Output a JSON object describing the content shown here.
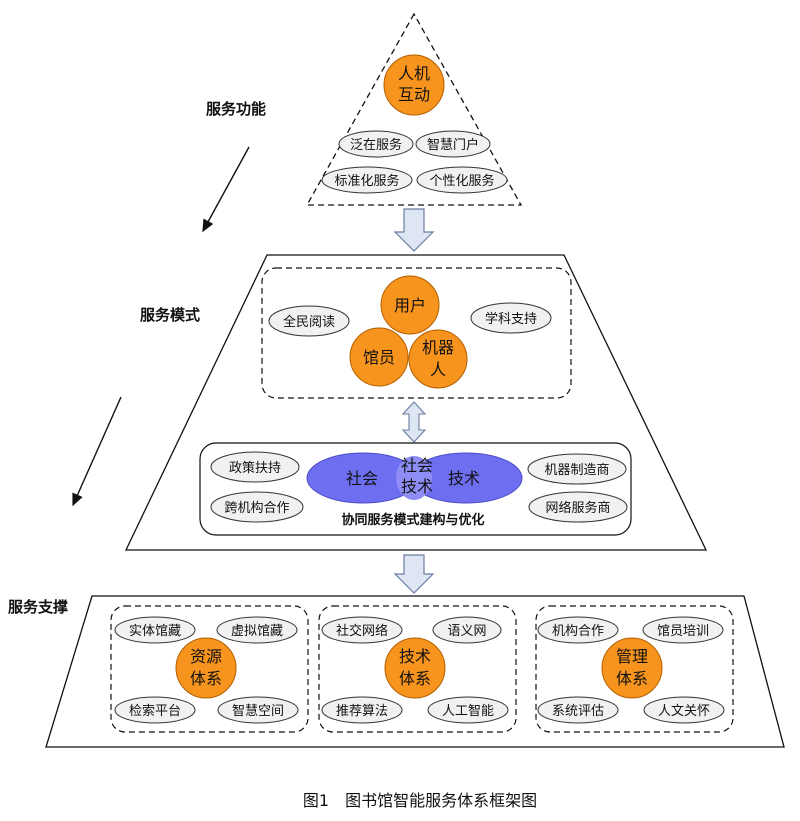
{
  "side_labels": {
    "function": "服务功能",
    "mode": "服务模式",
    "support": "服务支撑"
  },
  "top": {
    "center_line1": "人机",
    "center_line2": "互动",
    "items": [
      "泛在服务",
      "智慧门户",
      "标准化服务",
      "个性化服务"
    ]
  },
  "middle": {
    "actors": {
      "user": "用户",
      "librarian": "馆员",
      "machine_line1": "机器",
      "machine_line2": "人"
    },
    "left_item": "全民阅读",
    "right_item": "学科支持",
    "left_items": [
      "政策扶持",
      "跨机构合作"
    ],
    "right_items": [
      "机器制造商",
      "网络服务商"
    ],
    "ellipse": {
      "left": "社会",
      "overlap_line1": "社会",
      "overlap_line2": "技术",
      "right": "技术"
    },
    "bottom_label": "协同服务模式建构与优化"
  },
  "bottom": {
    "groups": [
      {
        "title_line1": "资源",
        "title_line2": "体系",
        "items": [
          "实体馆藏",
          "虚拟馆藏",
          "检索平台",
          "智慧空间"
        ]
      },
      {
        "title_line1": "技术",
        "title_line2": "体系",
        "items": [
          "社交网络",
          "语义网",
          "推荐算法",
          "人工智能"
        ]
      },
      {
        "title_line1": "管理",
        "title_line2": "体系",
        "items": [
          "机构合作",
          "馆员培训",
          "系统评估",
          "人文关怀"
        ]
      }
    ]
  },
  "caption": "图1　图书馆智能服务体系框架图",
  "colors": {
    "orange": "#f7941d",
    "violet": "#6e6ef0",
    "pill_fill": "#f1f1f1",
    "arrow_fill": "#dde6f2",
    "arrow_stroke": "#6b7da3"
  }
}
